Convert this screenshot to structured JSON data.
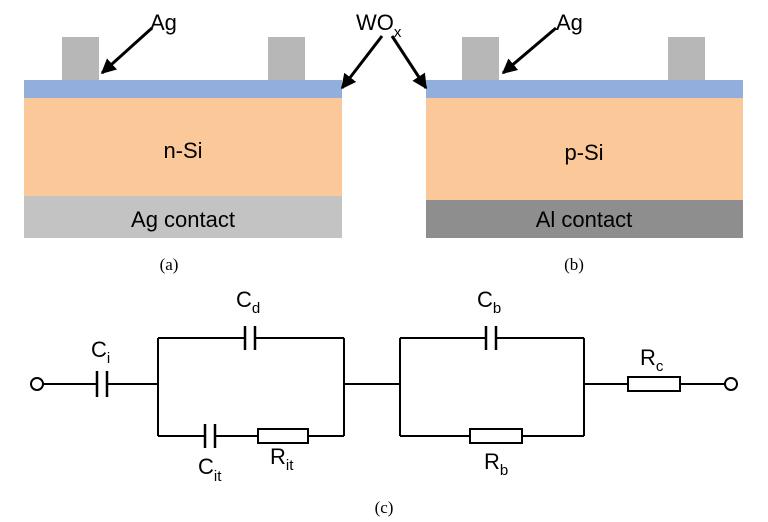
{
  "panel_a": {
    "caption": "(a)",
    "contact_label": "Ag",
    "substrate_label": "n-Si",
    "back_contact_label": "Ag contact"
  },
  "panel_b": {
    "caption": "(b)",
    "contact_label": "Ag",
    "substrate_label": "p-Si",
    "back_contact_label": "Al contact"
  },
  "shared_layer_label": {
    "base": "WO",
    "sub": "x"
  },
  "panel_c": {
    "caption": "(c)",
    "components": {
      "ci": {
        "base": "C",
        "sub": "i"
      },
      "cd": {
        "base": "C",
        "sub": "d"
      },
      "cit": {
        "base": "C",
        "sub": "it"
      },
      "rit": {
        "base": "R",
        "sub": "it"
      },
      "cb": {
        "base": "C",
        "sub": "b"
      },
      "rb": {
        "base": "R",
        "sub": "b"
      },
      "rc": {
        "base": "R",
        "sub": "c"
      }
    }
  },
  "colors": {
    "silicon": "#fbc899",
    "wox_layer": "#91aedc",
    "ag_finger": "#b7b7b7",
    "ag_back_contact": "#c3c3c3",
    "al_back_contact": "#8e8e8e",
    "contact_text": "#ffffff"
  }
}
